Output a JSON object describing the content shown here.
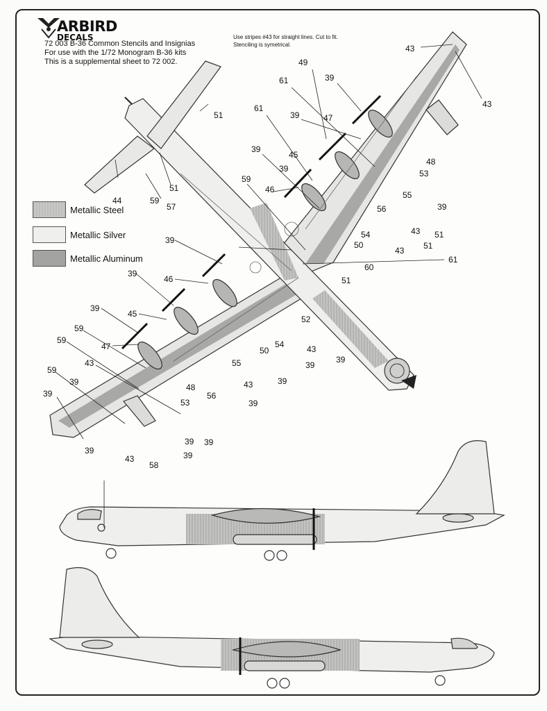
{
  "brand": {
    "name": "ARBIRD",
    "sub": "DECALS"
  },
  "header_lines": [
    "72 003 B-36 Common Stencils and Insignias",
    "For use with the 1/72 Monogram B-36 kits",
    "This is a supplemental sheet to 72 002."
  ],
  "note_lines": [
    "Use stripes #43 for straight lines.  Cut to fit.",
    "Stenciling is symetrical."
  ],
  "legend": [
    {
      "label": "Metallic Steel",
      "color": "#b9b9b7",
      "style": "striped"
    },
    {
      "label": "Metallic Silver",
      "color": "#eeeeec",
      "style": "plain"
    },
    {
      "label": "Metallic Aluminum",
      "color": "#a2a2a0",
      "style": "plain"
    }
  ],
  "callouts": [
    "43",
    "43",
    "49",
    "39",
    "61",
    "61",
    "47",
    "39",
    "48",
    "53",
    "39",
    "45",
    "55",
    "39",
    "39",
    "59",
    "46",
    "56",
    "43",
    "51",
    "54",
    "50",
    "43",
    "51",
    "60",
    "61",
    "51",
    "39",
    "46",
    "39",
    "45",
    "39",
    "47",
    "59",
    "59",
    "43",
    "59",
    "39",
    "39",
    "48",
    "53",
    "56",
    "55",
    "43",
    "39",
    "50",
    "54",
    "52",
    "43",
    "39",
    "39",
    "39",
    "39",
    "39",
    "43",
    "39",
    "39",
    "58",
    "51",
    "51",
    "59",
    "57",
    "44"
  ]
}
